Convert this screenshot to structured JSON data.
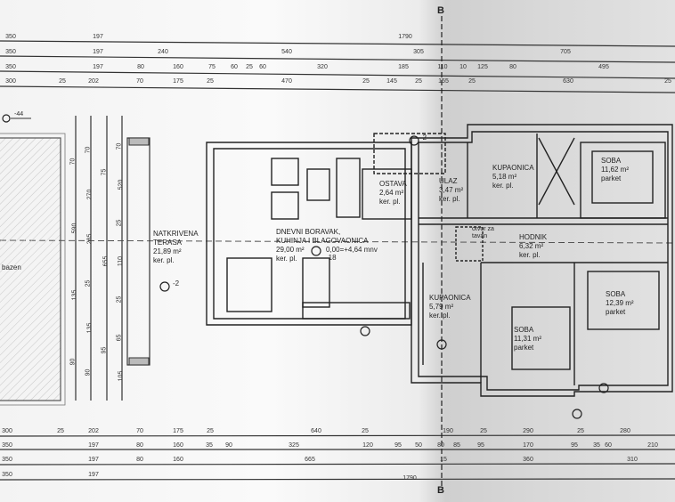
{
  "section_marker": {
    "top": "B",
    "bottom": "B"
  },
  "rooms": [
    {
      "id": "terasa",
      "name_lines": [
        "NATKRIVENA",
        "TERASA"
      ],
      "area": "21,89 m²",
      "floor": "ker. pl."
    },
    {
      "id": "dnevni",
      "name_lines": [
        "DNEVNI BORAVAK,",
        "KUHINJA I BLAGOVAONICA"
      ],
      "area": "29,00 m²",
      "floor": "ker. pl."
    },
    {
      "id": "ostava",
      "name_lines": [
        "OSTAVA"
      ],
      "area": "2,64 m²",
      "floor": "ker. pl."
    },
    {
      "id": "ulaz",
      "name_lines": [
        "ULAZ"
      ],
      "area": "3,47 m²",
      "floor": "ker. pl."
    },
    {
      "id": "kupaonica1",
      "name_lines": [
        "KUPAONICA"
      ],
      "area": "5,18 m²",
      "floor": "ker. pl."
    },
    {
      "id": "soba1",
      "name_lines": [
        "SOBA"
      ],
      "area": "11,62 m²",
      "floor": "parket"
    },
    {
      "id": "hodnik",
      "name_lines": [
        "HODNIK"
      ],
      "area": "6,32 m²",
      "floor": "ker. pl."
    },
    {
      "id": "kupaonica2",
      "name_lines": [
        "KUPAONICA"
      ],
      "area": "5,79 m²",
      "floor": "ker. pl."
    },
    {
      "id": "soba2",
      "name_lines": [
        "SOBA"
      ],
      "area": "11,31 m²",
      "floor": "parket"
    },
    {
      "id": "soba3",
      "name_lines": [
        "SOBA"
      ],
      "area": "12,39 m²",
      "floor": "parket"
    }
  ],
  "labels": {
    "pool": "bazen",
    "attic_opening": [
      "otvor za",
      "tavan"
    ],
    "level_reference": "0,00=+4,64 mnv",
    "level_reference_sub": "-18",
    "level_pool": "-44",
    "level_terrace": "-2",
    "level_entry": "-2"
  },
  "dimensions_top": [
    [
      "350",
      "197",
      "1790"
    ],
    [
      "350",
      "197",
      "240",
      "540",
      "305",
      "705"
    ],
    [
      "350",
      "197",
      "80",
      "160",
      "75",
      "60",
      "25",
      "60",
      "320",
      "185",
      "110",
      "10",
      "125",
      "80",
      "495"
    ],
    [
      "300",
      "25",
      "202",
      "70",
      "175",
      "25",
      "470",
      "25",
      "145",
      "25",
      "155",
      "25",
      "630",
      "25"
    ]
  ],
  "dimensions_bottom": [
    [
      "300",
      "25",
      "202",
      "70",
      "175",
      "25",
      "640",
      "25",
      "190",
      "25",
      "290",
      "25",
      "280"
    ],
    [
      "350",
      "197",
      "80",
      "160",
      "35",
      "90",
      "325",
      "120",
      "95",
      "50",
      "80",
      "85",
      "95",
      "170",
      "95",
      "35",
      "60",
      "210"
    ],
    [
      "350",
      "197",
      "80",
      "160",
      "665",
      "15",
      "360",
      "310"
    ],
    [
      "350",
      "197",
      "1790"
    ]
  ],
  "dimensions_left": [
    [
      "70",
      "590",
      "135",
      "90"
    ],
    [
      "70",
      "270",
      "285",
      "25",
      "135",
      "90"
    ],
    [
      "75",
      "655",
      "95"
    ],
    [
      "70",
      "520",
      "25",
      "110",
      "25",
      "65",
      "105"
    ]
  ]
}
